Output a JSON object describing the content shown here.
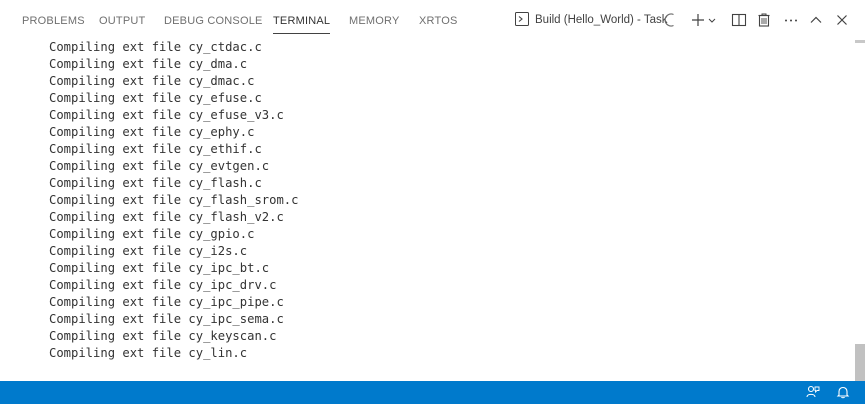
{
  "tabs": [
    {
      "label": "PROBLEMS",
      "active": false
    },
    {
      "label": "OUTPUT",
      "active": false
    },
    {
      "label": "DEBUG CONSOLE",
      "active": false
    },
    {
      "label": "TERMINAL",
      "active": true
    },
    {
      "label": "MEMORY",
      "active": false
    },
    {
      "label": "XRTOS",
      "active": false
    }
  ],
  "task_selector": {
    "label": "Build (Hello_World) - Task",
    "icon": "terminal-icon"
  },
  "toolbar_icons": [
    "loading-spinner-icon",
    "add-terminal-icon",
    "chevron-down-icon",
    "split-terminal-icon",
    "trash-icon",
    "more-actions-icon",
    "maximize-panel-icon",
    "close-panel-icon"
  ],
  "terminal": {
    "lines": [
      "Compiling ext file cy_ctdac.c",
      "Compiling ext file cy_dma.c",
      "Compiling ext file cy_dmac.c",
      "Compiling ext file cy_efuse.c",
      "Compiling ext file cy_efuse_v3.c",
      "Compiling ext file cy_ephy.c",
      "Compiling ext file cy_ethif.c",
      "Compiling ext file cy_evtgen.c",
      "Compiling ext file cy_flash.c",
      "Compiling ext file cy_flash_srom.c",
      "Compiling ext file cy_flash_v2.c",
      "Compiling ext file cy_gpio.c",
      "Compiling ext file cy_i2s.c",
      "Compiling ext file cy_ipc_bt.c",
      "Compiling ext file cy_ipc_drv.c",
      "Compiling ext file cy_ipc_pipe.c",
      "Compiling ext file cy_ipc_sema.c",
      "Compiling ext file cy_keyscan.c",
      "Compiling ext file cy_lin.c"
    ]
  },
  "statusbar": {
    "background": "#007acc",
    "icons": [
      "feedback-icon",
      "notifications-bell-icon"
    ]
  },
  "colors": {
    "accent": "#007acc",
    "tab_active_underline": "#424242",
    "terminal_text": "#333333"
  }
}
